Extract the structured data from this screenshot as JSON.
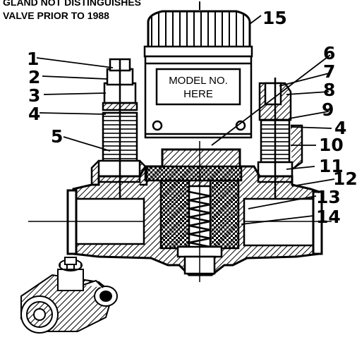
{
  "note": {
    "line1": "GLAND NOT DISTINGUISHES",
    "line2": "VALVE PRIOR TO 1988"
  },
  "model_plate": {
    "line1": "MODEL NO.",
    "line2": "HERE"
  },
  "callouts": [
    "1",
    "2",
    "3",
    "4",
    "5",
    "6",
    "7",
    "8",
    "9",
    "4",
    "10",
    "11",
    "12",
    "13",
    "14",
    "15"
  ],
  "colors": {
    "ink": "#000000",
    "paper": "#ffffff"
  }
}
